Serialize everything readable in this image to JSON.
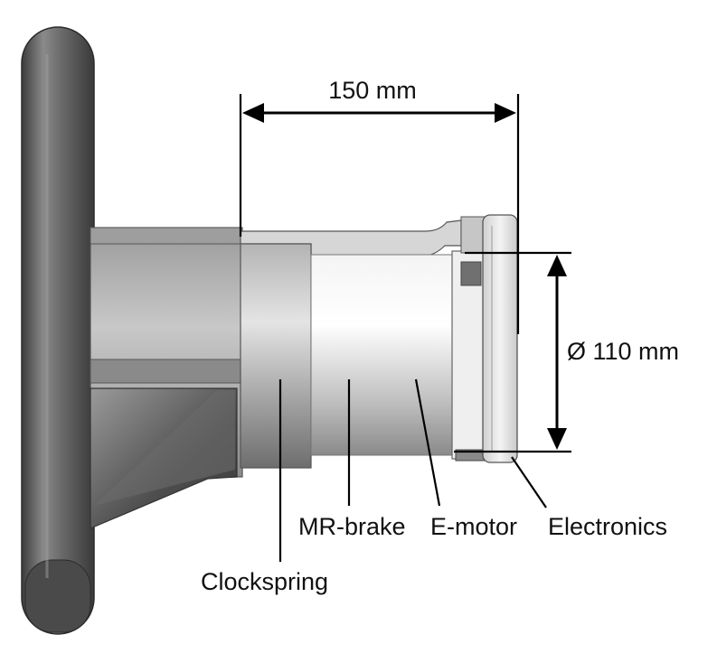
{
  "dimensions": {
    "length": "150 mm",
    "diameter": "Ø 110 mm"
  },
  "labels": {
    "clockspring": "Clockspring",
    "mr_brake": "MR-brake",
    "e_motor": "E-motor",
    "electronics": "Electronics"
  },
  "colors": {
    "wheel": "#5e5e5e",
    "housing": "#bdbdbd",
    "line": "#000000"
  }
}
